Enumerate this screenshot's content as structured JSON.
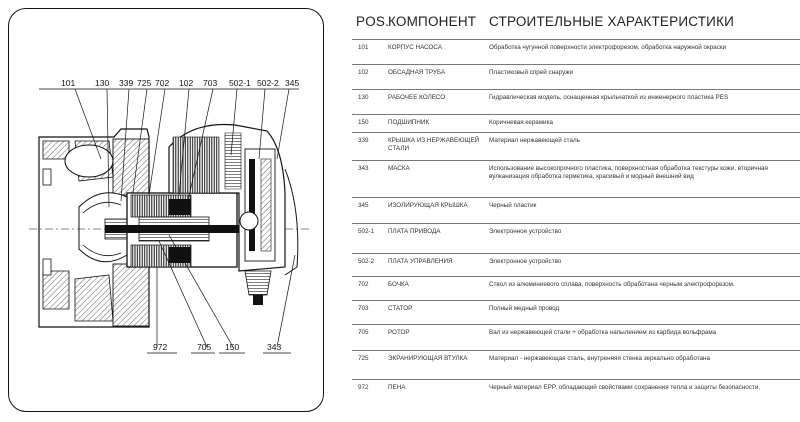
{
  "callouts_top": [
    "101",
    "130",
    "339",
    "725",
    "702",
    "102",
    "703",
    "502-1",
    "502-2",
    "345"
  ],
  "callouts_bottom": [
    "972",
    "705",
    "150",
    "343"
  ],
  "table": {
    "headers": {
      "pos": "POS.",
      "component": "КОМПОНЕНТ",
      "characteristics": "СТРОИТЕЛЬНЫЕ ХАРАКТЕРИСТИКИ"
    },
    "rows": [
      {
        "pos": "101",
        "component": "КОРПУС НАСОСА",
        "desc": "Обработка чугунной поверхности электрофорезом, обработка наружной окраски"
      },
      {
        "pos": "102",
        "component": "ОБСАДНАЯ ТРУБА",
        "desc": "Пластиковый спрей снаружи"
      },
      {
        "pos": "130",
        "component": "РАБОЧЕЕ КОЛЕСО",
        "desc": "Гидравлическая модель, оснащенная крыльчаткой из инженерного пластика PES"
      },
      {
        "pos": "150",
        "component": "ПОДШИПНИК",
        "desc": "Коричневая керамика"
      },
      {
        "pos": "339",
        "component": "КРЫШКА ИЗ НЕРЖАВЕЮЩЕЙ СТАЛИ",
        "desc": "Материал нержавеющей сталь"
      },
      {
        "pos": "343",
        "component": "МАСКА",
        "desc": "Использование высокопрочного пластика, поверхностная обработка текстуры кожи, вторичная вулканизация обработка герметика, красивый и модный внешний вид"
      },
      {
        "pos": "345",
        "component": "ИЗОЛИРУЮЩАЯ КРЫШКА",
        "desc": "Черный пластик"
      },
      {
        "pos": "502-1",
        "component": "ПЛАТА ПРИВОДА",
        "desc": "Электронное устройство"
      },
      {
        "pos": "502-2",
        "component": "ПЛАТА УПРАВЛЕНИЯ",
        "desc": "Электронное устройство"
      },
      {
        "pos": "702",
        "component": "БОЧКА",
        "desc": "Ствол из алюминиевого сплава, поверхность обработана черным электрофорезом."
      },
      {
        "pos": "703",
        "component": "СТАТОР",
        "desc": "Полный медный провод"
      },
      {
        "pos": "705",
        "component": "РОТОР",
        "desc": "Вал из нержавеющей стали + обработка напылением из карбида вольфрама"
      },
      {
        "pos": "725",
        "component": "ЭКРАНИРУЮЩАЯ ВТУЛКА",
        "desc": "Материал - нержавеющая сталь, внутренняя стенка зеркально обработана"
      },
      {
        "pos": "972",
        "component": "ПЕНА",
        "desc": "Черный материал EPP, обладающий свойствами сохранения тепла и защиты безопасности."
      }
    ]
  }
}
